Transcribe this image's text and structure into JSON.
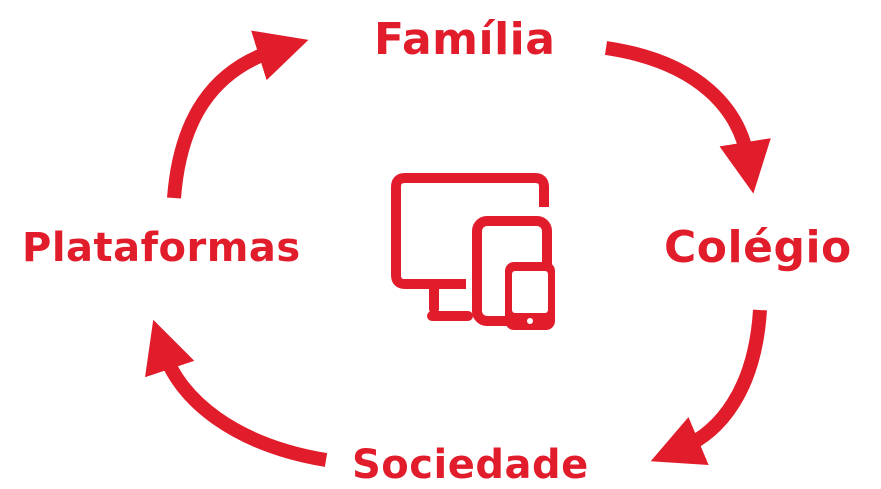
{
  "colors": {
    "accent": "#e11d2c",
    "background": "#ffffff"
  },
  "cycle": {
    "nodes": [
      {
        "label": "Família"
      },
      {
        "label": "Colégio"
      },
      {
        "label": "Sociedade"
      },
      {
        "label": "Plataformas"
      }
    ],
    "arrows": [
      {
        "from": "Família",
        "to": "Colégio"
      },
      {
        "from": "Colégio",
        "to": "Sociedade"
      },
      {
        "from": "Sociedade",
        "to": "Plataformas"
      },
      {
        "from": "Plataformas",
        "to": "Família"
      }
    ]
  },
  "center_icon": "multi-device-icon",
  "center_icon_parts": [
    "desktop-monitor-icon",
    "tablet-icon",
    "smartphone-icon"
  ]
}
